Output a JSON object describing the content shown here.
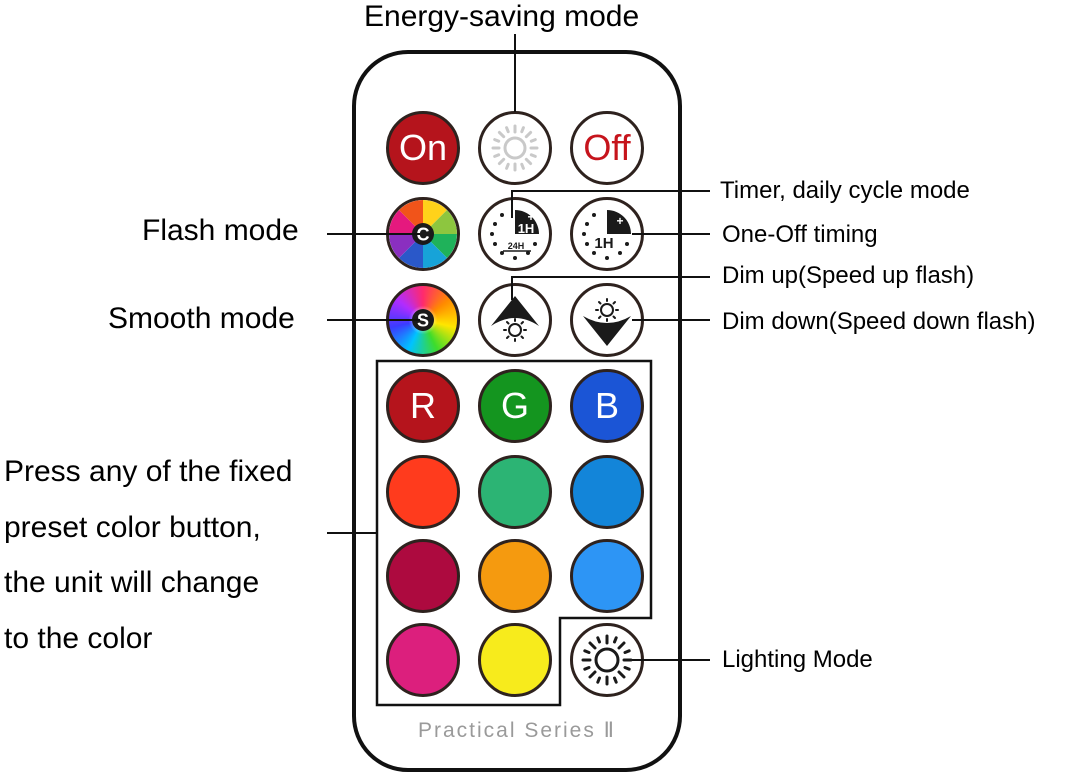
{
  "remote": {
    "brand_label": "Practical Series Ⅱ",
    "buttons": {
      "on": "On",
      "off": "Off",
      "flash": "C",
      "smooth": "S",
      "r": "R",
      "g": "G",
      "b": "B",
      "timer_daily_top": "1H",
      "timer_daily_bottom": "24H",
      "timer_oneoff": "1H"
    }
  },
  "labels": {
    "energy_saving": "Energy-saving mode",
    "flash_mode": "Flash mode",
    "smooth_mode": "Smooth mode",
    "timer_daily": "Timer, daily cycle mode",
    "oneoff_timing": "One-Off timing",
    "dim_up": "Dim up(Speed up flash)",
    "dim_down": "Dim down(Speed down flash)",
    "lighting_mode": "Lighting Mode",
    "preset_line1": "Press any of the fixed",
    "preset_line2": "preset color button,",
    "preset_line3": "the unit will change",
    "preset_line4": "to the color"
  },
  "colors": {
    "on": "#b5141c",
    "r": "#b5141c",
    "g": "#14951f",
    "b": "#1b55d6",
    "preset_row1": [
      "#ff3b1d",
      "#2cb474",
      "#1385d9"
    ],
    "preset_row2": [
      "#ad0a3f",
      "#f59a0f",
      "#2d95f5"
    ],
    "preset_row3": [
      "#dc1f7d",
      "#f7eb1c"
    ]
  }
}
